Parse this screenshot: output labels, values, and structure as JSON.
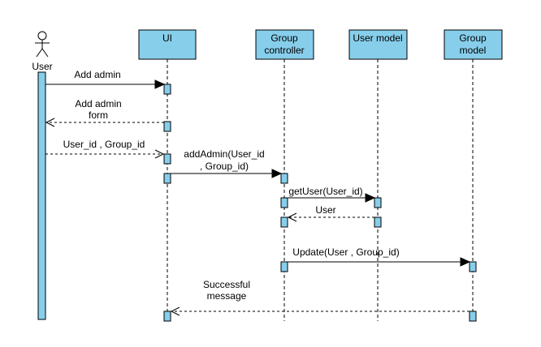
{
  "colors": {
    "participant_fill": "#87ceeb",
    "line": "#000000",
    "background": "#ffffff"
  },
  "actor": {
    "label": "User",
    "icon": "stick-figure-icon"
  },
  "participants": [
    {
      "id": "ui",
      "lines": [
        "UI"
      ]
    },
    {
      "id": "group_controller",
      "lines": [
        "Group",
        "controller"
      ]
    },
    {
      "id": "user_model",
      "lines": [
        "User model"
      ]
    },
    {
      "id": "group_model",
      "lines": [
        "Group",
        "model"
      ]
    }
  ],
  "messages": [
    {
      "from": "user",
      "to": "ui",
      "kind": "call",
      "lines": [
        "Add admin"
      ]
    },
    {
      "from": "ui",
      "to": "user",
      "kind": "return",
      "lines": [
        "Add admin",
        "form"
      ]
    },
    {
      "from": "user",
      "to": "ui",
      "kind": "return",
      "lines": [
        "User_id , Group_id"
      ]
    },
    {
      "from": "ui",
      "to": "group_controller",
      "kind": "call",
      "lines": [
        "addAdmin(User_id",
        ", Group_id)"
      ]
    },
    {
      "from": "group_controller",
      "to": "user_model",
      "kind": "call",
      "lines": [
        "getUser(User_id)"
      ]
    },
    {
      "from": "user_model",
      "to": "group_controller",
      "kind": "return",
      "lines": [
        "User"
      ]
    },
    {
      "from": "group_controller",
      "to": "group_model",
      "kind": "call",
      "lines": [
        "Update(User , Group_id)"
      ]
    },
    {
      "from": "group_model",
      "to": "ui",
      "kind": "return",
      "lines": [
        "Successful",
        "message"
      ]
    }
  ]
}
